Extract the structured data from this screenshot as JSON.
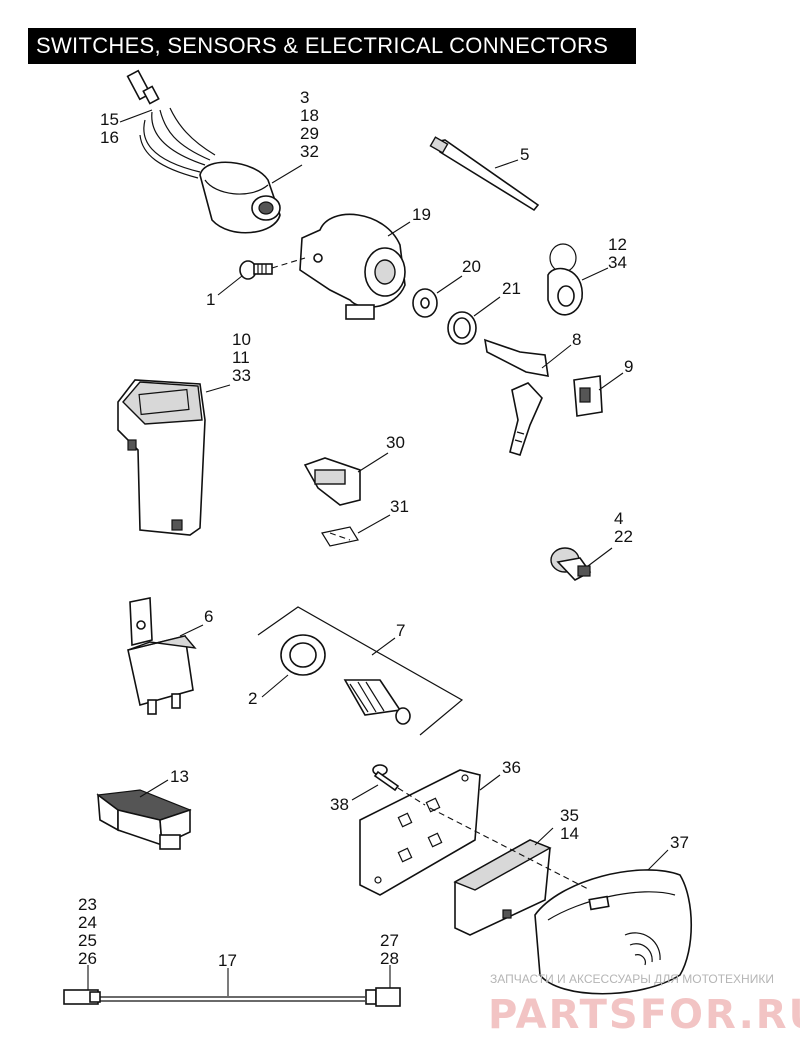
{
  "title": "SWITCHES, SENSORS & ELECTRICAL CONNECTORS",
  "callouts": {
    "c15_16": [
      "15",
      "16"
    ],
    "c3_18_29_32": [
      "3",
      "18",
      "29",
      "32"
    ],
    "c5": [
      "5"
    ],
    "c19": [
      "19"
    ],
    "c1": [
      "1"
    ],
    "c20": [
      "20"
    ],
    "c12_34": [
      "12",
      "34"
    ],
    "c21": [
      "21"
    ],
    "c10_11_33": [
      "10",
      "11",
      "33"
    ],
    "c8": [
      "8"
    ],
    "c9": [
      "9"
    ],
    "c30": [
      "30"
    ],
    "c31": [
      "31"
    ],
    "c4_22": [
      "4",
      "22"
    ],
    "c6": [
      "6"
    ],
    "c7": [
      "7"
    ],
    "c2": [
      "2"
    ],
    "c13": [
      "13"
    ],
    "c36": [
      "36"
    ],
    "c38": [
      "38"
    ],
    "c35_14": [
      "35",
      "14"
    ],
    "c37": [
      "37"
    ],
    "c23_24_25_26": [
      "23",
      "24",
      "25",
      "26"
    ],
    "c27_28": [
      "27",
      "28"
    ],
    "c17": [
      "17"
    ]
  },
  "watermark": {
    "caption": "ЗАПЧАСТИ И АКСЕССУАРЫ ДЛЯ МОТОТЕХНИКИ",
    "brand": "PARTSFOR.RU"
  }
}
